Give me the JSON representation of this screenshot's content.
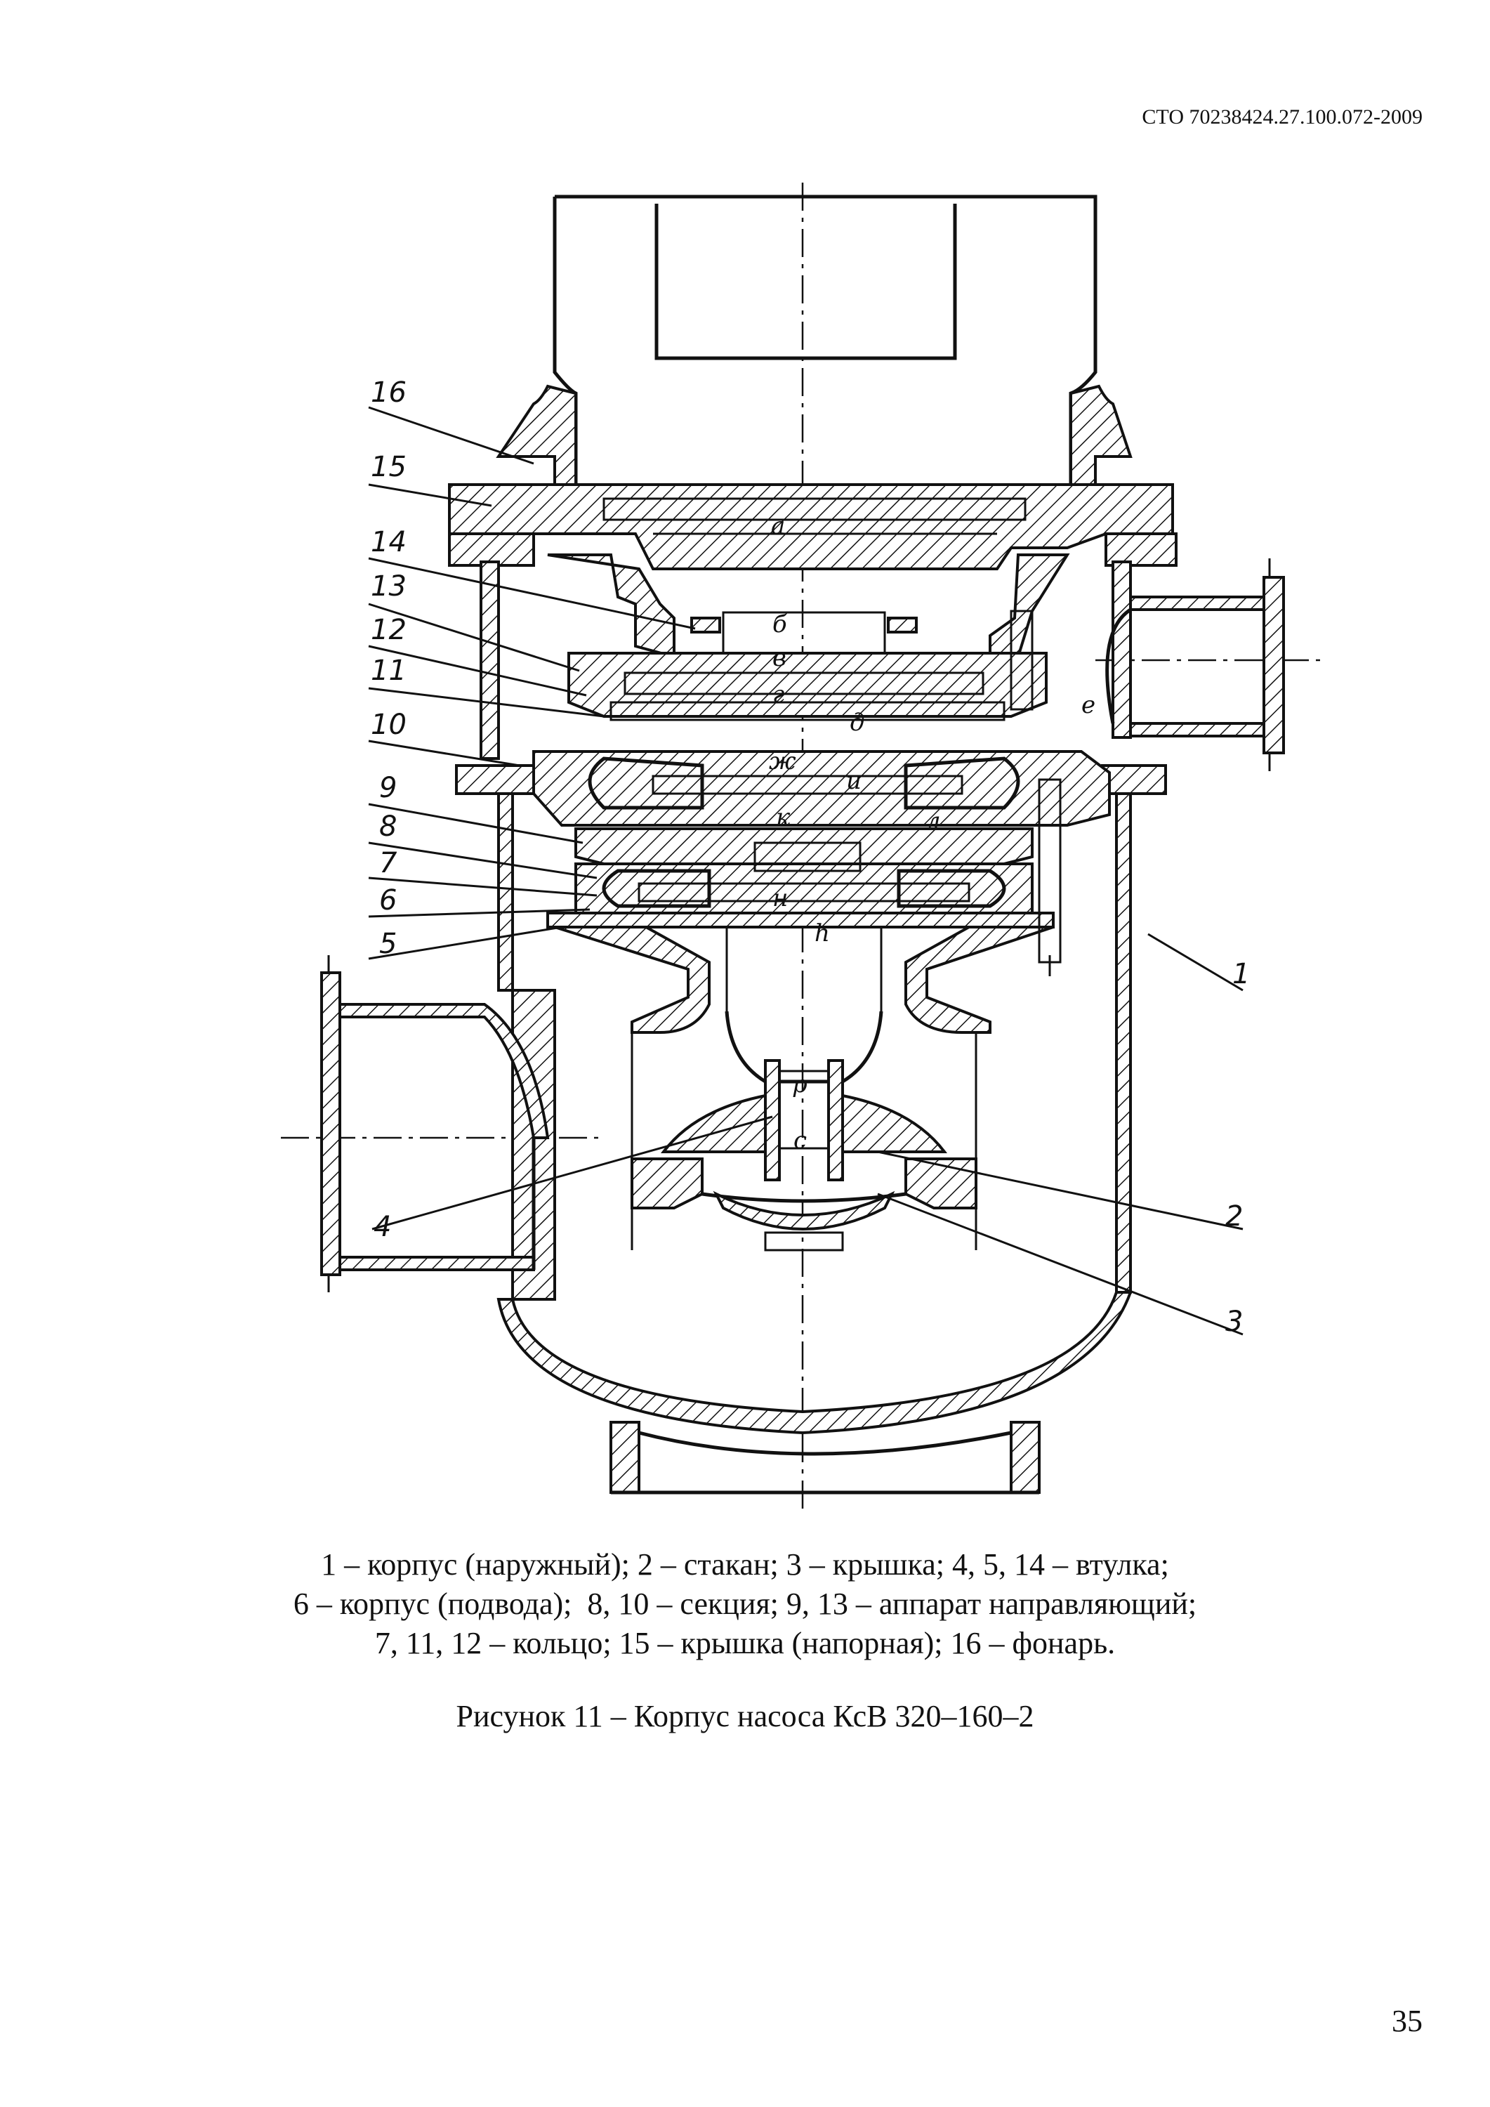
{
  "header": {
    "doc_code": "СТО 70238424.27.100.072-2009"
  },
  "figure": {
    "callouts": [
      "1",
      "2",
      "3",
      "4",
      "5",
      "6",
      "7",
      "8",
      "9",
      "10",
      "11",
      "12",
      "13",
      "14",
      "15",
      "16"
    ],
    "dimension_letters": [
      "а",
      "б",
      "в",
      "г",
      "д",
      "е",
      "ж",
      "и",
      "к",
      "л",
      "н",
      "h",
      "р",
      "с"
    ]
  },
  "legend": {
    "lines": [
      "1 – корпус (наружный); 2 – стакан; 3 – крышка; 4, 5, 14 – втулка;",
      "6 – корпус (подвода);  8, 10 – секция; 9, 13 – аппарат направляющий;",
      "7, 11, 12 – кольцо; 15 – крышка (напорная); 16 – фонарь."
    ]
  },
  "caption": "Рисунок 11 – Корпус насоса КсВ 320–160–2",
  "page_number": "35"
}
